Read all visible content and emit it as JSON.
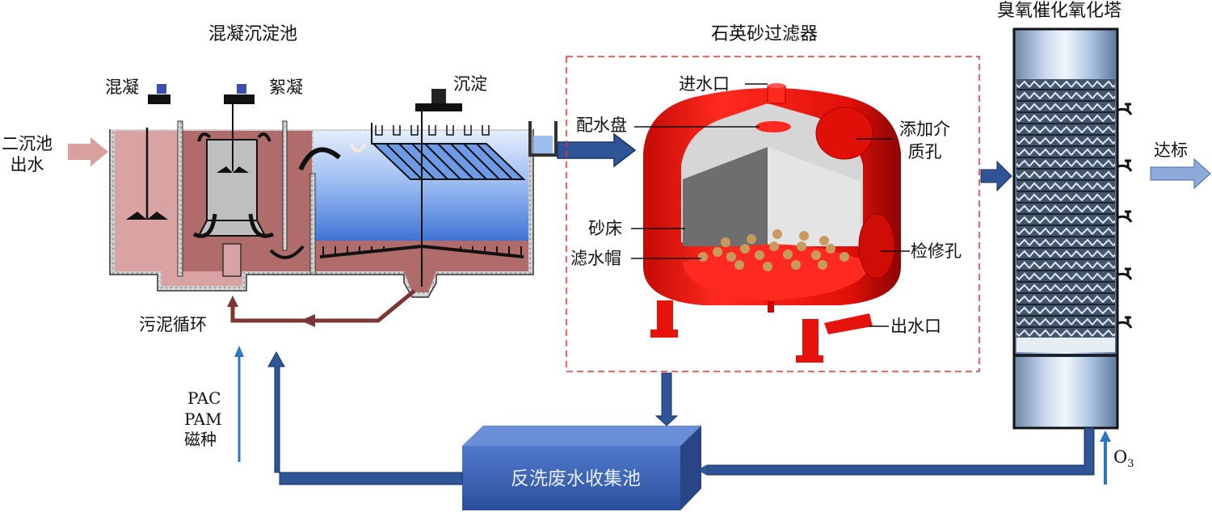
{
  "sections": {
    "coag_sed": {
      "title": "混凝沉淀池",
      "stages": [
        "混凝",
        "絮凝",
        "沉淀"
      ]
    },
    "sand_filter": {
      "title": "石英砂过滤器",
      "parts": {
        "inlet": "进水口",
        "distributor": "配水盘",
        "media_port": "添加介\n质孔",
        "sand_bed": "砂床",
        "filter_cap": "滤水帽",
        "manhole": "检修孔",
        "outlet": "出水口"
      }
    },
    "ozone_tower": {
      "title": "臭氧催化氧化塔",
      "gas_input": "O",
      "gas_subscript": "3"
    },
    "backwash_tank": {
      "label": "反洗废水收集池"
    }
  },
  "flows": {
    "influent": "二沉池\n出水",
    "sludge_recycle": "污泥循环",
    "chemicals": [
      "PAC",
      "PAM",
      "磁种"
    ],
    "effluent": "达标"
  },
  "colors": {
    "flow_arrow": "#2f5597",
    "chemical_arrow": "#2e75c2",
    "effluent_arrow": "#8eaadb",
    "influent_arrow": "#d9a0a0",
    "sludge_line": "#7b3535",
    "filter_red": "#e8120c",
    "dashed_box": "#ee3333",
    "coag_fill": "#d9a3a3",
    "floc_fill": "#b06b6b",
    "water_blue": "#6b9ae8"
  }
}
